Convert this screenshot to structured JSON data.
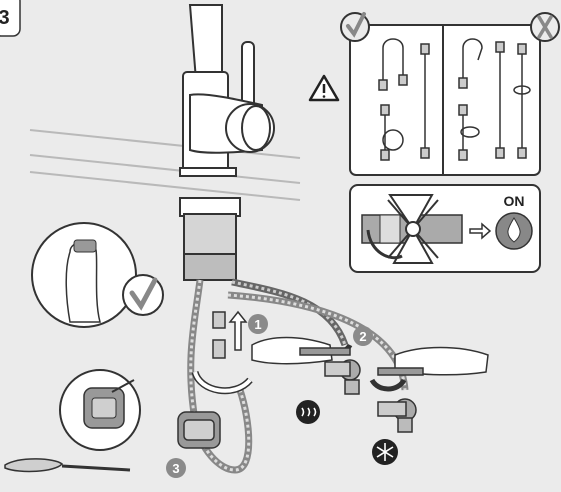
{
  "page": {
    "step_number": "3"
  },
  "steps": {
    "step1": "1",
    "step2": "2",
    "step3": "3"
  },
  "valve_panel": {
    "on_label": "ON"
  },
  "icons": {
    "correct": "check-icon",
    "incorrect": "cross-icon",
    "warning": "warning-triangle-icon",
    "hot": "hot-water-icon",
    "cold": "snowflake-icon",
    "water_drop": "water-drop-icon",
    "arrow": "arrow-right-icon"
  },
  "colors": {
    "background": "#ebebeb",
    "panel_bg": "#ffffff",
    "outline": "#333333",
    "badge_gray": "#8a8a8a",
    "dark_icon": "#222222"
  }
}
